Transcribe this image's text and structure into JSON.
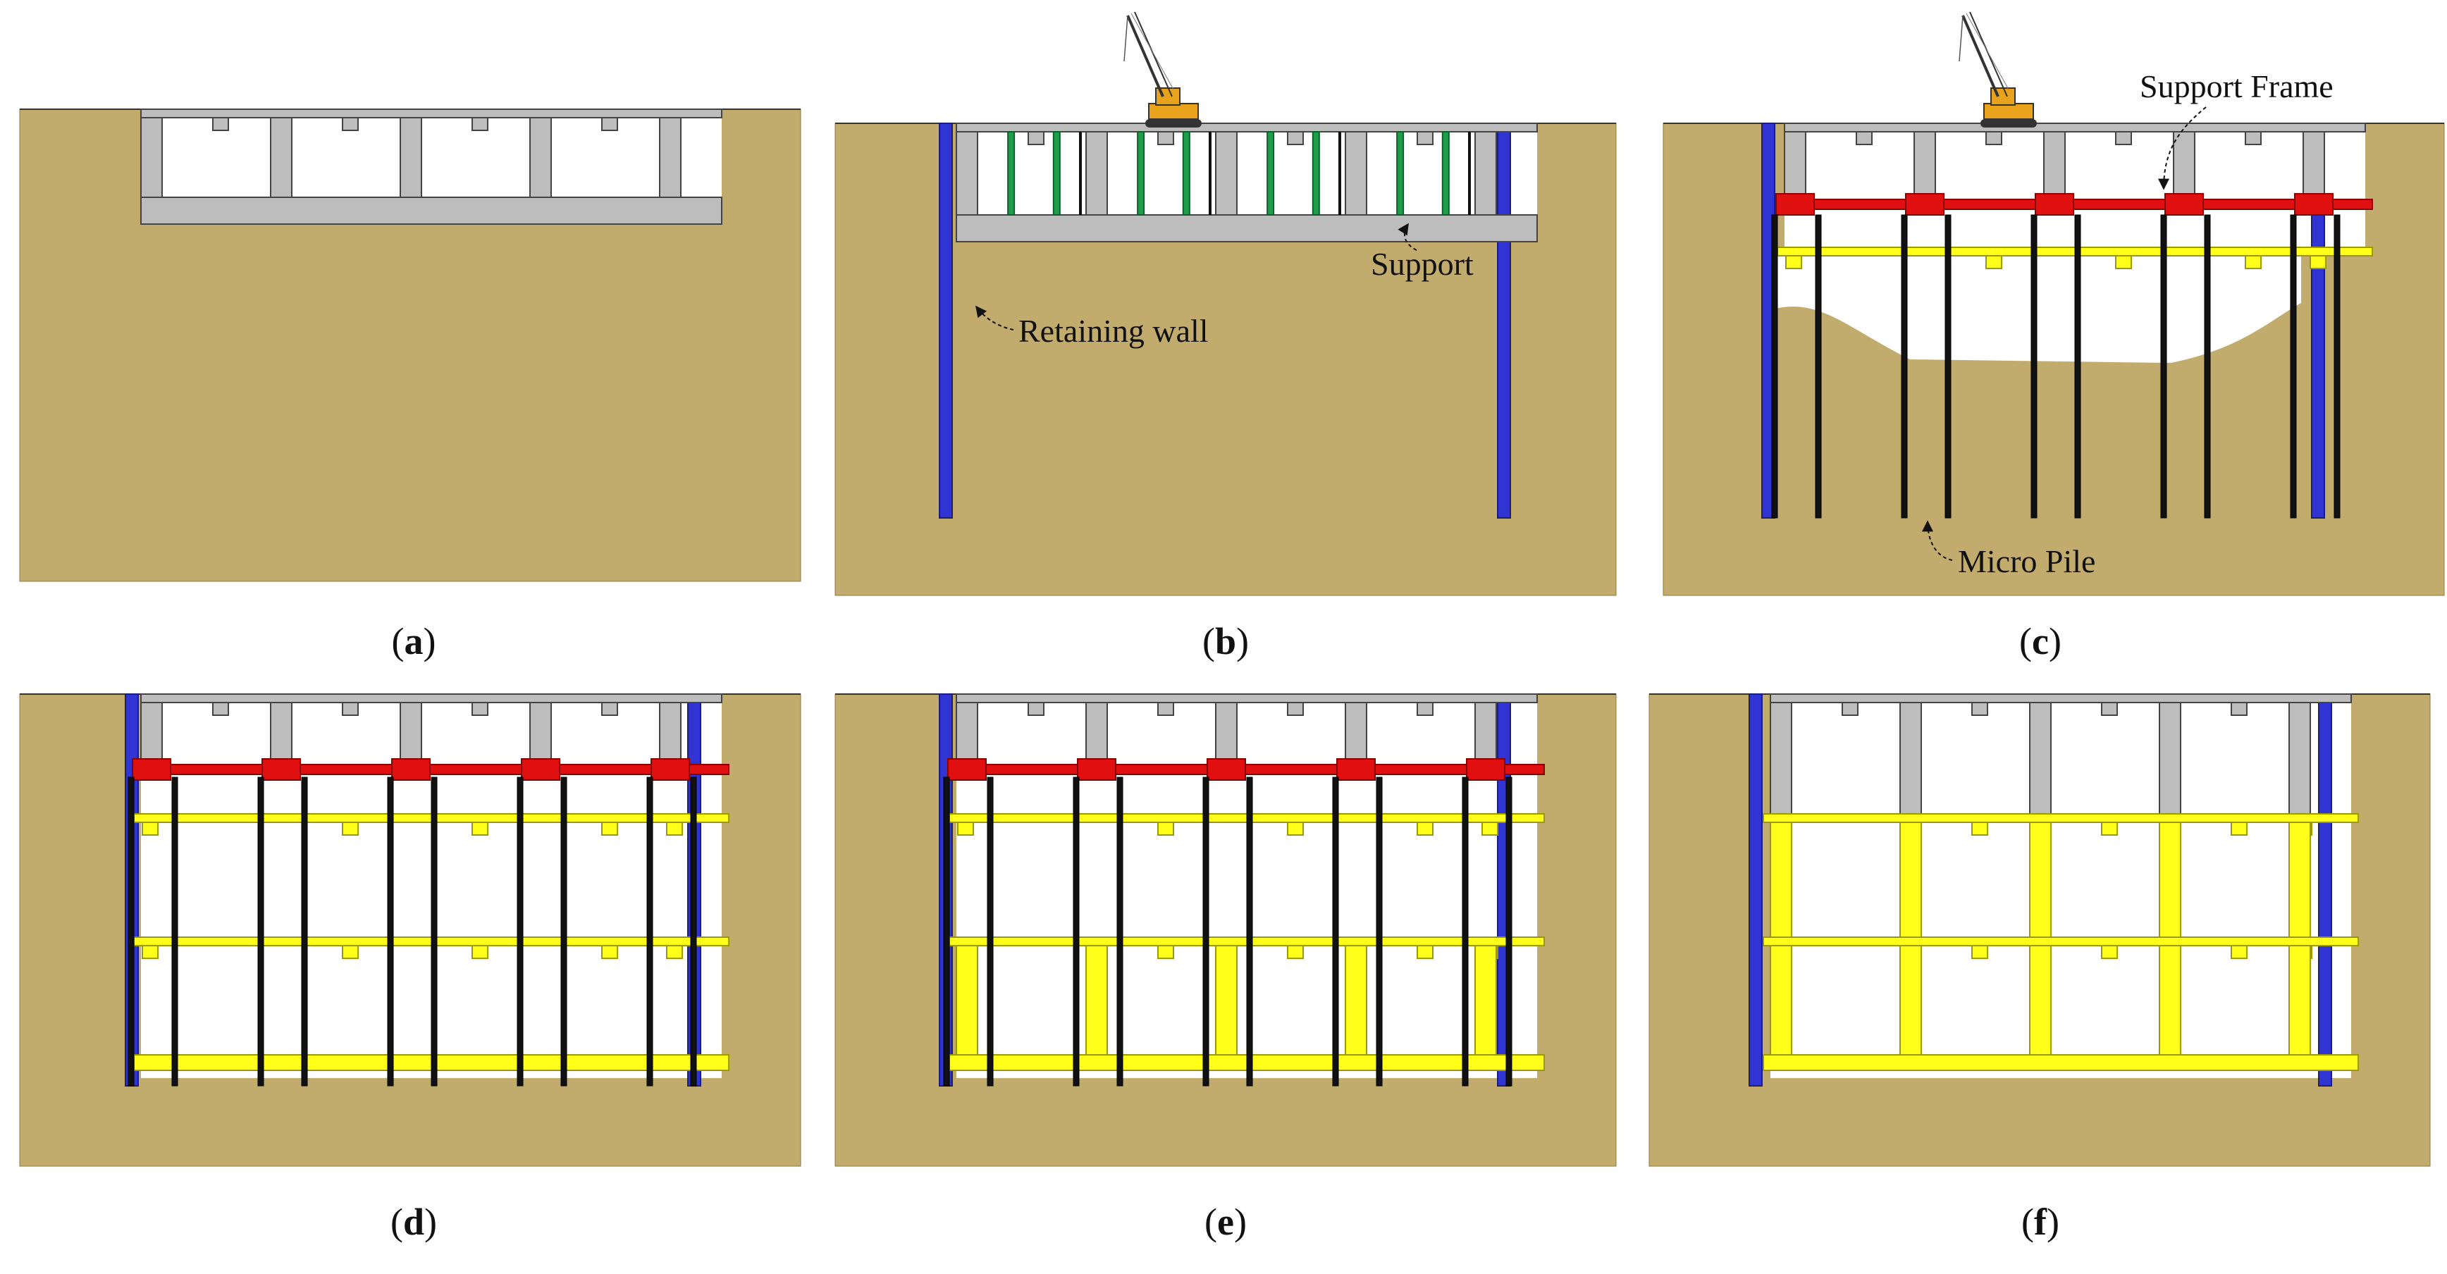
{
  "panels": [
    {
      "id": "a",
      "caption": {
        "open": "(",
        "letter": "a",
        "close": ")"
      }
    },
    {
      "id": "b",
      "caption": {
        "open": "(",
        "letter": "b",
        "close": ")"
      }
    },
    {
      "id": "c",
      "caption": {
        "open": "(",
        "letter": "c",
        "close": ")"
      }
    },
    {
      "id": "d",
      "caption": {
        "open": "(",
        "letter": "d",
        "close": ")"
      }
    },
    {
      "id": "e",
      "caption": {
        "open": "(",
        "letter": "e",
        "close": ")"
      }
    },
    {
      "id": "f",
      "caption": {
        "open": "(",
        "letter": "f",
        "close": ")"
      }
    }
  ],
  "labels": {
    "retaining_wall": "Retaining wall",
    "support": "Support",
    "support_frame": "Support Frame",
    "micro_pile": "Micro Pile"
  },
  "colors": {
    "soil": "#C2AC6D",
    "concrete": "#BDBDBD",
    "wall": "#2F34D2",
    "frame": "#E01010",
    "new_slab": "#FFFF1A",
    "pile": "#111111",
    "temp_strut": "#1E9E4A",
    "crane": "#E8A21C"
  },
  "icons": [
    "crane-icon"
  ]
}
